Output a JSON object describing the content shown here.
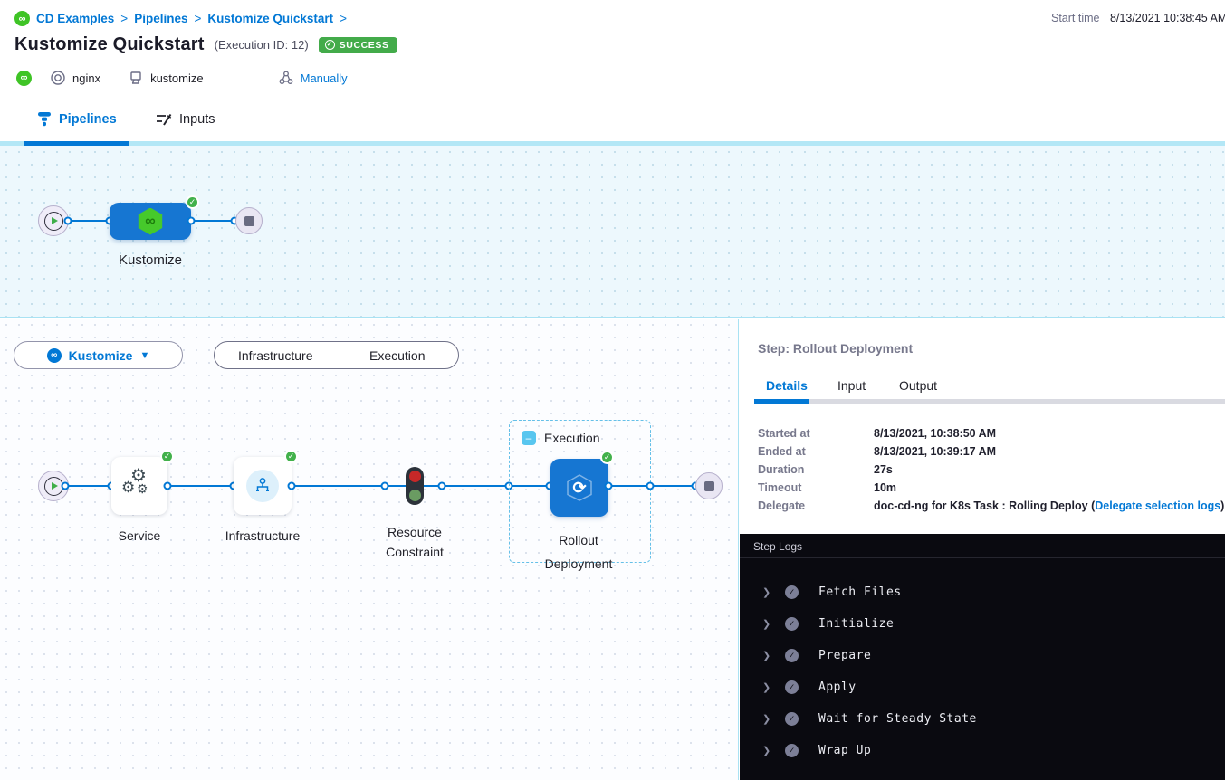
{
  "colors": {
    "accent": "#0278d5",
    "success_badge": "#43ab4a",
    "node_blue": "#1676d2",
    "harness_green": "#3fc426",
    "log_bg": "#0a0a10",
    "cyan_border": "#a9e2f3"
  },
  "breadcrumb": {
    "items": [
      "CD Examples",
      "Pipelines",
      "Kustomize Quickstart"
    ],
    "separator": ">"
  },
  "header": {
    "title": "Kustomize Quickstart",
    "execution_id": "(Execution ID: 12)",
    "status": "SUCCESS",
    "start_time_label": "Start time",
    "start_time_value": "8/13/2021 10:38:45 AM",
    "meta": {
      "environment": "nginx",
      "service": "kustomize",
      "trigger": "Manually"
    }
  },
  "tabs": {
    "pipelines": "Pipelines",
    "inputs": "Inputs"
  },
  "stage_graph": {
    "stage_label": "Kustomize"
  },
  "canvas": {
    "stage_selector": "Kustomize",
    "view_toggle": [
      "Infrastructure",
      "Execution"
    ],
    "steps": {
      "service": "Service",
      "infrastructure": "Infrastructure",
      "resource_constraint_line1": "Resource",
      "resource_constraint_line2": "Constraint",
      "group_label": "Execution",
      "rollout_line1": "Rollout",
      "rollout_line2": "Deployment"
    }
  },
  "panel": {
    "title": "Step: Rollout Deployment",
    "tabs": [
      "Details",
      "Input",
      "Output"
    ],
    "details": [
      {
        "label": "Started at",
        "value": "8/13/2021, 10:38:50 AM"
      },
      {
        "label": "Ended at",
        "value": "8/13/2021, 10:39:17 AM"
      },
      {
        "label": "Duration",
        "value": "27s"
      },
      {
        "label": "Timeout",
        "value": "10m"
      },
      {
        "label": "Delegate",
        "value_prefix": "doc-cd-ng for K8s Task : Rolling Deploy (",
        "link": "Delegate selection logs",
        "value_suffix": ")"
      }
    ],
    "logs": {
      "header": "Step Logs",
      "entries": [
        "Fetch Files",
        "Initialize",
        "Prepare",
        "Apply",
        "Wait for Steady State",
        "Wrap Up"
      ]
    }
  }
}
